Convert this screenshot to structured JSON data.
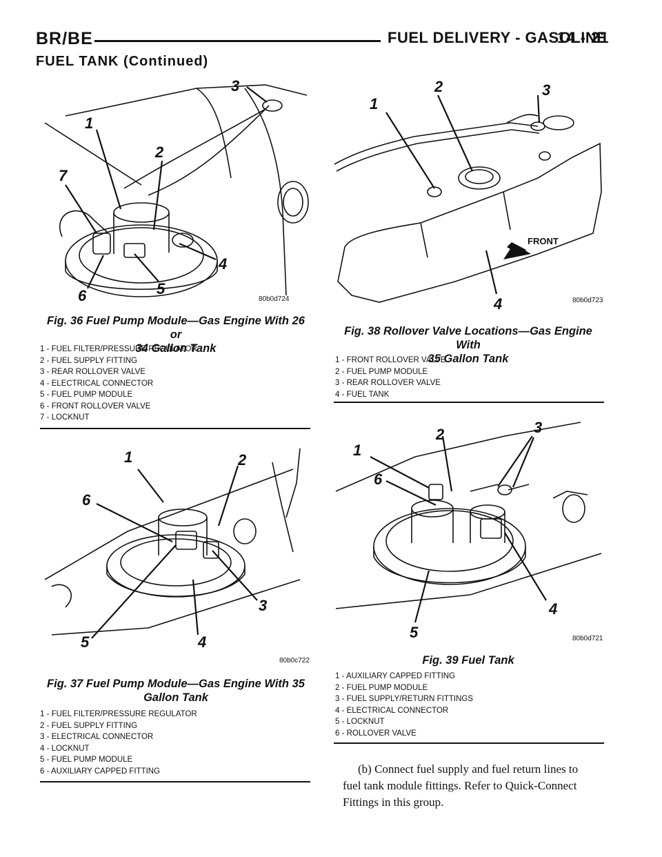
{
  "header": {
    "left": "BR/BE",
    "title": "FUEL DELIVERY - GASOLINE",
    "page": "14 - 21"
  },
  "section_title": "FUEL TANK (Continued)",
  "figures": {
    "fig36": {
      "code": "80b0d724",
      "title_line1": "Fig. 36 Fuel Pump Module—Gas Engine With 26 or",
      "title_line2": "34 Gallon Tank",
      "callouts": [
        "1",
        "2",
        "3",
        "4",
        "5",
        "6",
        "7"
      ],
      "legend": [
        "1 - FUEL FILTER/PRESSURE REGULATOR",
        "2 - FUEL SUPPLY FITTING",
        "3 - REAR ROLLOVER VALVE",
        "4 - ELECTRICAL CONNECTOR",
        "5 - FUEL PUMP MODULE",
        "6 - FRONT ROLLOVER VALVE",
        "7 - LOCKNUT"
      ]
    },
    "fig37": {
      "code": "80b0c722",
      "title_line1": "Fig. 37 Fuel Pump Module—Gas Engine With 35",
      "title_line2": "Gallon Tank",
      "callouts": [
        "1",
        "2",
        "3",
        "4",
        "5",
        "6"
      ],
      "legend": [
        "1 - FUEL FILTER/PRESSURE REGULATOR",
        "2 - FUEL SUPPLY FITTING",
        "3 - ELECTRICAL CONNECTOR",
        "4 - LOCKNUT",
        "5 - FUEL PUMP MODULE",
        "6 - AUXILIARY CAPPED FITTING"
      ]
    },
    "fig38": {
      "code": "80b0d723",
      "front_label": "FRONT",
      "title_line1": "Fig. 38 Rollover Valve Locations—Gas Engine With",
      "title_line2": "35 Gallon Tank",
      "callouts": [
        "1",
        "2",
        "3",
        "4"
      ],
      "legend": [
        "1 - FRONT ROLLOVER VALVE",
        "2 - FUEL PUMP MODULE",
        "3 - REAR ROLLOVER VALVE",
        "4 - FUEL TANK"
      ]
    },
    "fig39": {
      "code": "80b0d721",
      "title_line1": "Fig. 39 Fuel Tank",
      "callouts": [
        "1",
        "2",
        "3",
        "4",
        "5",
        "6"
      ],
      "legend": [
        "1 - AUXILIARY CAPPED FITTING",
        "2 - FUEL PUMP MODULE",
        "3 - FUEL SUPPLY/RETURN FITTINGS",
        "4 - ELECTRICAL CONNECTOR",
        "5 - LOCKNUT",
        "6 - ROLLOVER VALVE"
      ]
    }
  },
  "body_paragraph": {
    "line1": "(b) Connect fuel supply and fuel return lines to",
    "line2": "fuel tank module fittings. Refer to Quick-Connect",
    "line3": "Fittings in this group."
  }
}
